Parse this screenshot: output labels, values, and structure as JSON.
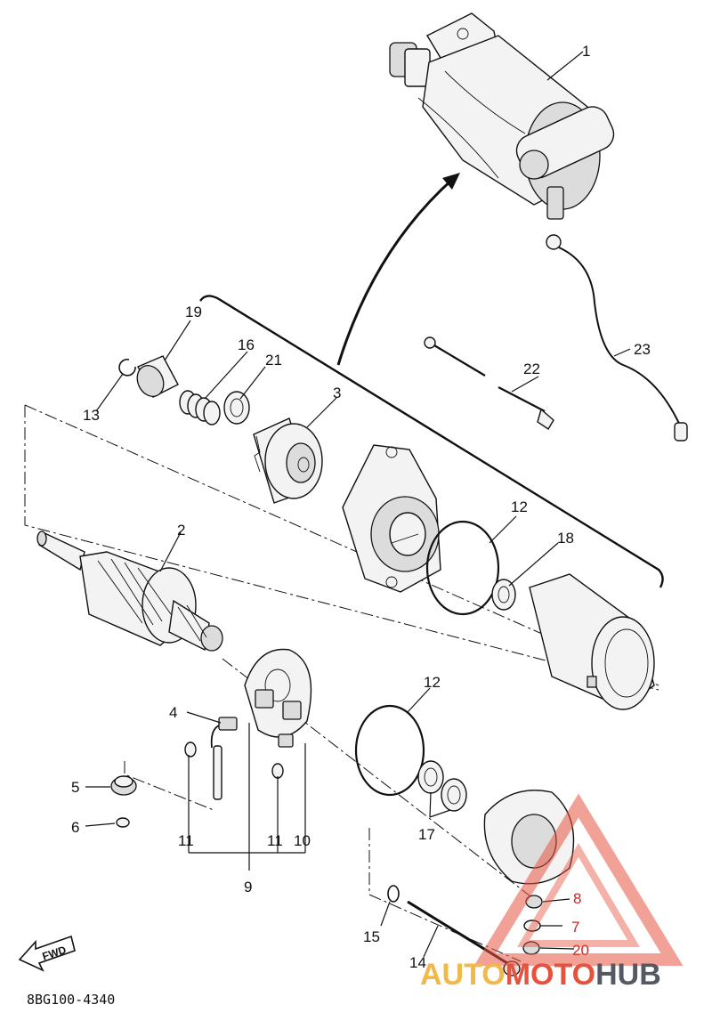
{
  "diagram": {
    "doc_code": "8BG100-4340",
    "fwd_label": "FWD",
    "callouts": [
      {
        "id": "c1",
        "text": "1"
      },
      {
        "id": "c2",
        "text": "2"
      },
      {
        "id": "c3",
        "text": "3"
      },
      {
        "id": "c4",
        "text": "4"
      },
      {
        "id": "c5",
        "text": "5"
      },
      {
        "id": "c6",
        "text": "6"
      },
      {
        "id": "c7",
        "text": "7"
      },
      {
        "id": "c8",
        "text": "8"
      },
      {
        "id": "c9",
        "text": "9"
      },
      {
        "id": "c10",
        "text": "10"
      },
      {
        "id": "c11a",
        "text": "11"
      },
      {
        "id": "c11b",
        "text": "11"
      },
      {
        "id": "c12a",
        "text": "12"
      },
      {
        "id": "c12b",
        "text": "12"
      },
      {
        "id": "c13",
        "text": "13"
      },
      {
        "id": "c14",
        "text": "14"
      },
      {
        "id": "c15",
        "text": "15"
      },
      {
        "id": "c16",
        "text": "16"
      },
      {
        "id": "c17",
        "text": "17"
      },
      {
        "id": "c18",
        "text": "18"
      },
      {
        "id": "c19",
        "text": "19"
      },
      {
        "id": "c20",
        "text": "20"
      },
      {
        "id": "c21",
        "text": "21"
      },
      {
        "id": "c22",
        "text": "22"
      },
      {
        "id": "c23",
        "text": "23"
      }
    ]
  },
  "watermark": {
    "part1": "AUTO",
    "part2": "MOTO",
    "part3": "HUB",
    "colors": {
      "auto": "#f2b84a",
      "moto": "#e5533f",
      "hub": "#555a62",
      "triangle": "#e5533f"
    }
  }
}
